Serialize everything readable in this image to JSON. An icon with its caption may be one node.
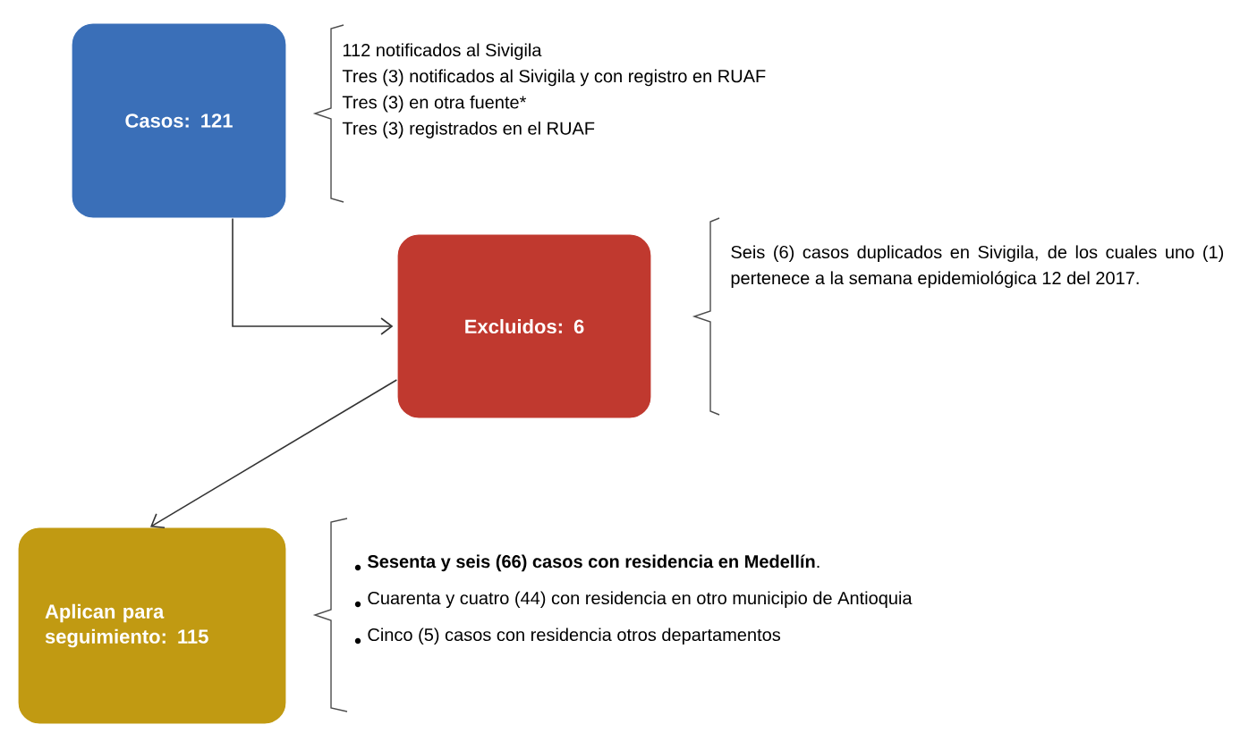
{
  "diagram": {
    "nodes": [
      {
        "text": [
          "Casos: 121"
        ]
      },
      {
        "text": [
          "Excluidos: 6"
        ]
      },
      {
        "text": [
          "Aplican para seguimiento: 115"
        ]
      }
    ],
    "edges": [
      {
        "from": 0,
        "to": 1,
        "arrow": "to"
      },
      {
        "from": 1,
        "to": 2,
        "arrow": "to"
      }
    ],
    "labels": [
      "112 notificados al Sivigila",
      "Tres (3) notificados al Sivigila y con registro en RUAF",
      "Tres (3) en otra fuente*",
      "Tres (3) registrados en el RUAF",
      "Seis (6) casos duplicados en Sivigila, de los cuales uno (1) pertenece a la semana epidemiológica 12 del 2017.",
      "**Sesenta y seis (66) casos con residencia en Medellín**.",
      "Cuarenta y cuatro (44) con residencia en otro municipio de Antioquia",
      "Cinco (5) casos con residencia otros departamentos"
    ]
  }
}
